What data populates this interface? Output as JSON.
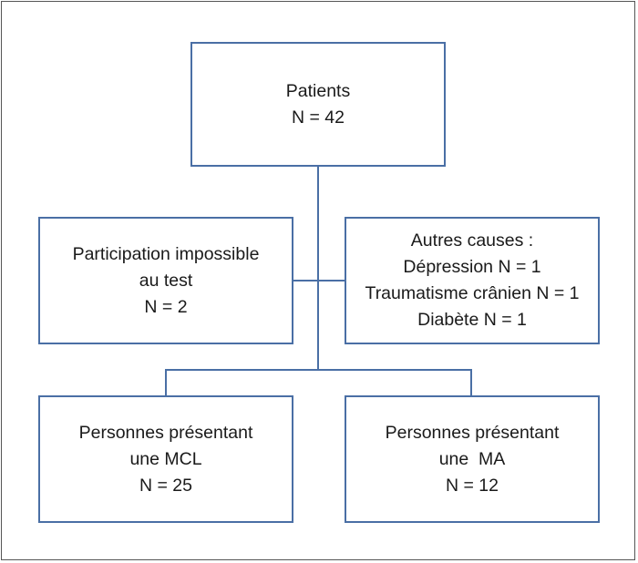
{
  "diagram": {
    "patients": {
      "lines": [
        "Patients",
        "N = 42"
      ]
    },
    "excluded_impossible": {
      "lines": [
        "Participation impossible",
        "au test",
        "N = 2"
      ]
    },
    "excluded_other": {
      "lines": [
        "Autres causes :",
        "Dépression N = 1",
        "Traumatisme crânien N = 1",
        "Diabète N = 1"
      ]
    },
    "group_mcl": {
      "lines": [
        "Personnes présentant",
        "une MCL",
        "N = 25"
      ]
    },
    "group_ma": {
      "lines": [
        "Personnes présentant",
        "une  MA",
        "N = 12"
      ]
    },
    "colors": {
      "box_border": "#4a6fa5",
      "connector": "#4a6fa5",
      "frame": "#555555",
      "text": "#1a1a1a"
    }
  }
}
